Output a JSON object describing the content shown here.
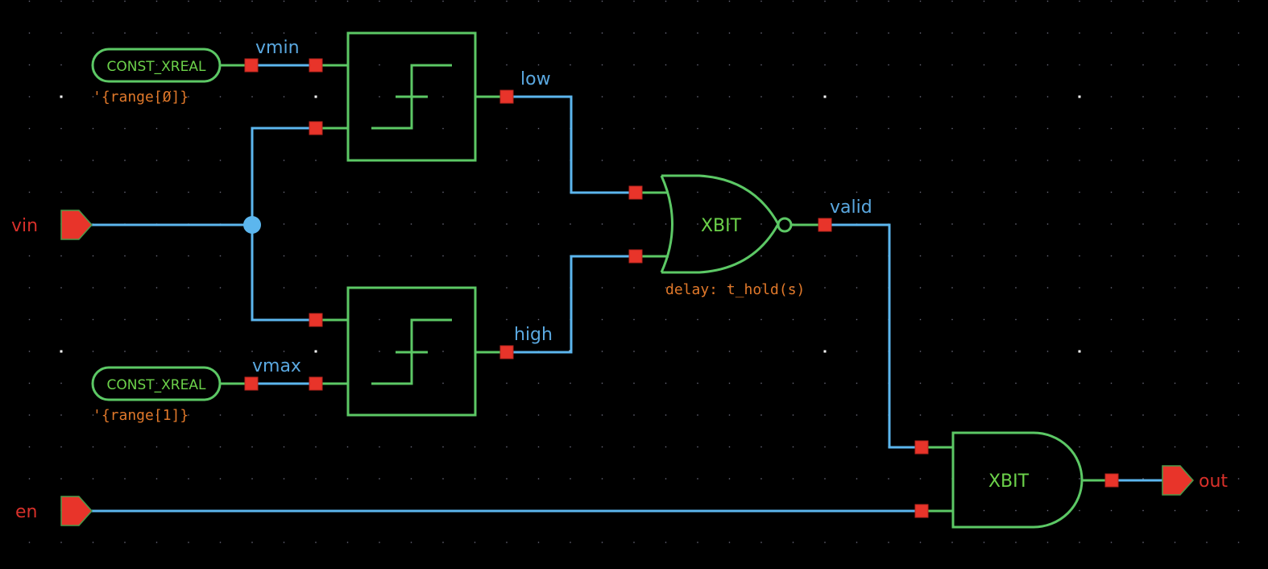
{
  "schematic": {
    "background": "#000000",
    "colors": {
      "wire": "#5cb6ee",
      "symbol": "#5cc865",
      "pin": "#e8342a",
      "port": "#e8342a",
      "net_label": "#5aa8e0",
      "port_label": "#d8302a",
      "property_label": "#e0782a"
    },
    "ports": {
      "vin": {
        "label": "vin",
        "direction": "input"
      },
      "en": {
        "label": "en",
        "direction": "input"
      },
      "out": {
        "label": "out",
        "direction": "output"
      }
    },
    "constants": {
      "const_min": {
        "name": "CONST_XREAL",
        "param": "'{range[Ø]}"
      },
      "const_max": {
        "name": "CONST_XREAL",
        "param": "'{range[1]}"
      }
    },
    "comparators": {
      "cmp_low": {
        "type": "hysteresis-comparator"
      },
      "cmp_high": {
        "type": "hysteresis-comparator"
      }
    },
    "gates": {
      "nor": {
        "type": "NOR",
        "label": "XBIT",
        "property": "delay: t_hold(s)"
      },
      "and": {
        "type": "AND",
        "label": "XBIT"
      }
    },
    "nets": {
      "vmin": "vmin",
      "vmax": "vmax",
      "low": "low",
      "high": "high",
      "valid": "valid"
    }
  }
}
